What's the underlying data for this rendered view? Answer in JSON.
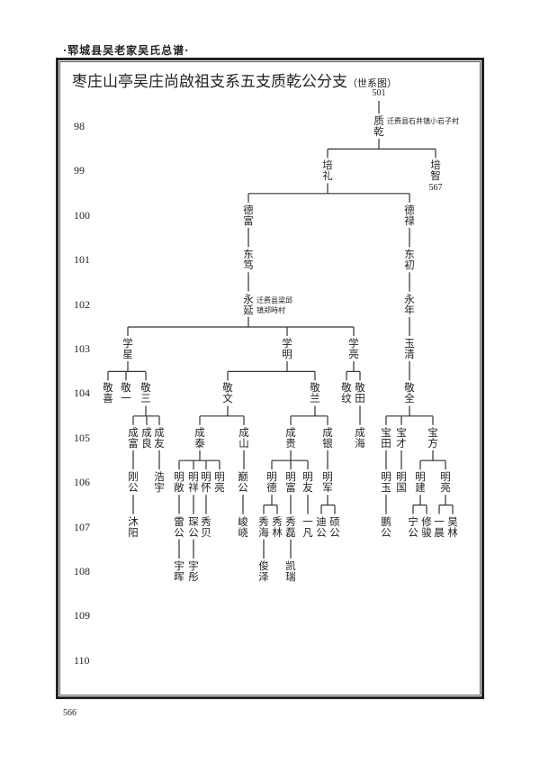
{
  "header": "·郓城县吴老家吴氏总谱·",
  "title": "枣庄山亭吴庄尚啟祖支系五支质乾公分支",
  "title_suffix": "（世系图）",
  "page_number": "566",
  "generations": [
    "98",
    "99",
    "100",
    "101",
    "102",
    "103",
    "104",
    "105",
    "106",
    "107",
    "108",
    "109",
    "110"
  ],
  "root_number": "501",
  "peizhi_number": "567",
  "notes": {
    "zhiqian": "迁费县石井镇小岩子村",
    "yongyan_1": "迁费县梁邱",
    "yongyan_2": "镇郑時村"
  },
  "nodes": [
    {
      "name": "质乾",
      "gen": 98,
      "parent": null
    },
    {
      "name": "培礼",
      "gen": 99,
      "parent": 0
    },
    {
      "name": "培智",
      "gen": 99,
      "parent": 0
    },
    {
      "name": "德富",
      "gen": 100,
      "parent": 1
    },
    {
      "name": "德禄",
      "gen": 100,
      "parent": 1
    },
    {
      "name": "东笃",
      "gen": 101,
      "parent": 3
    },
    {
      "name": "东初",
      "gen": 101,
      "parent": 4
    },
    {
      "name": "永延",
      "gen": 102,
      "parent": 5
    },
    {
      "name": "永年",
      "gen": 102,
      "parent": 6
    },
    {
      "name": "学星",
      "gen": 103,
      "parent": 7
    },
    {
      "name": "学明",
      "gen": 103,
      "parent": 7
    },
    {
      "name": "学亮",
      "gen": 103,
      "parent": 7
    },
    {
      "name": "玉清",
      "gen": 103,
      "parent": 8
    },
    {
      "name": "敬喜",
      "gen": 104,
      "parent": 9
    },
    {
      "name": "敬一",
      "gen": 104,
      "parent": 9
    },
    {
      "name": "敬三",
      "gen": 104,
      "parent": 9
    },
    {
      "name": "敬文",
      "gen": 104,
      "parent": 10
    },
    {
      "name": "敬兰",
      "gen": 104,
      "parent": 10
    },
    {
      "name": "敬纹",
      "gen": 104,
      "parent": 11
    },
    {
      "name": "敬田",
      "gen": 104,
      "parent": 11
    },
    {
      "name": "敬全",
      "gen": 104,
      "parent": 12
    },
    {
      "name": "成富",
      "gen": 105,
      "parent": 15
    },
    {
      "name": "成良",
      "gen": 105,
      "parent": 15
    },
    {
      "name": "成友",
      "gen": 105,
      "parent": 15
    },
    {
      "name": "成泰",
      "gen": 105,
      "parent": 16
    },
    {
      "name": "成山",
      "gen": 105,
      "parent": 16
    },
    {
      "name": "成贵",
      "gen": 105,
      "parent": 17
    },
    {
      "name": "成银",
      "gen": 105,
      "parent": 17
    },
    {
      "name": "成海",
      "gen": 105,
      "parent": 19
    },
    {
      "name": "宝田",
      "gen": 105,
      "parent": 20
    },
    {
      "name": "宝才",
      "gen": 105,
      "parent": 20
    },
    {
      "name": "宝方",
      "gen": 105,
      "parent": 20
    },
    {
      "name": "刚公",
      "gen": 106,
      "parent": 21
    },
    {
      "name": "浩宇",
      "gen": 106,
      "parent": 23
    },
    {
      "name": "明敞",
      "gen": 106,
      "parent": 24
    },
    {
      "name": "明祥",
      "gen": 106,
      "parent": 24
    },
    {
      "name": "明怀",
      "gen": 106,
      "parent": 24
    },
    {
      "name": "明亮",
      "gen": 106,
      "parent": 24
    },
    {
      "name": "巅公",
      "gen": 106,
      "parent": 25
    },
    {
      "name": "明德",
      "gen": 106,
      "parent": 26
    },
    {
      "name": "明富",
      "gen": 106,
      "parent": 26
    },
    {
      "name": "明友",
      "gen": 106,
      "parent": 26
    },
    {
      "name": "明军",
      "gen": 106,
      "parent": 27
    },
    {
      "name": "明玉",
      "gen": 106,
      "parent": 29
    },
    {
      "name": "明国",
      "gen": 106,
      "parent": 30
    },
    {
      "name": "明建",
      "gen": 106,
      "parent": 31
    },
    {
      "name": "明亮",
      "gen": 106,
      "parent": 31
    },
    {
      "name": "沐阳",
      "gen": 107,
      "parent": 32
    },
    {
      "name": "雷公",
      "gen": 107,
      "parent": 34
    },
    {
      "name": "琛公",
      "gen": 107,
      "parent": 35
    },
    {
      "name": "秀贝",
      "gen": 107,
      "parent": 36
    },
    {
      "name": "峻峣",
      "gen": 107,
      "parent": 38
    },
    {
      "name": "秀海",
      "gen": 107,
      "parent": 39
    },
    {
      "name": "秀林",
      "gen": 107,
      "parent": 39
    },
    {
      "name": "秀磊",
      "gen": 107,
      "parent": 40
    },
    {
      "name": "一凡",
      "gen": 107,
      "parent": 41
    },
    {
      "name": "迪公",
      "gen": 107,
      "parent": 42
    },
    {
      "name": "硕公",
      "gen": 107,
      "parent": 42
    },
    {
      "name": "鹏公",
      "gen": 107,
      "parent": 43
    },
    {
      "name": "宁公",
      "gen": 107,
      "parent": 45
    },
    {
      "name": "修骏",
      "gen": 107,
      "parent": 45
    },
    {
      "name": "一晨",
      "gen": 107,
      "parent": 46
    },
    {
      "name": "昊林",
      "gen": 107,
      "parent": 46
    },
    {
      "name": "宇晖",
      "gen": 108,
      "parent": 48
    },
    {
      "name": "宇彤",
      "gen": 108,
      "parent": 49
    },
    {
      "name": "俊泽",
      "gen": 108,
      "parent": 52
    },
    {
      "name": "凯瑞",
      "gen": 108,
      "parent": 54
    }
  ]
}
